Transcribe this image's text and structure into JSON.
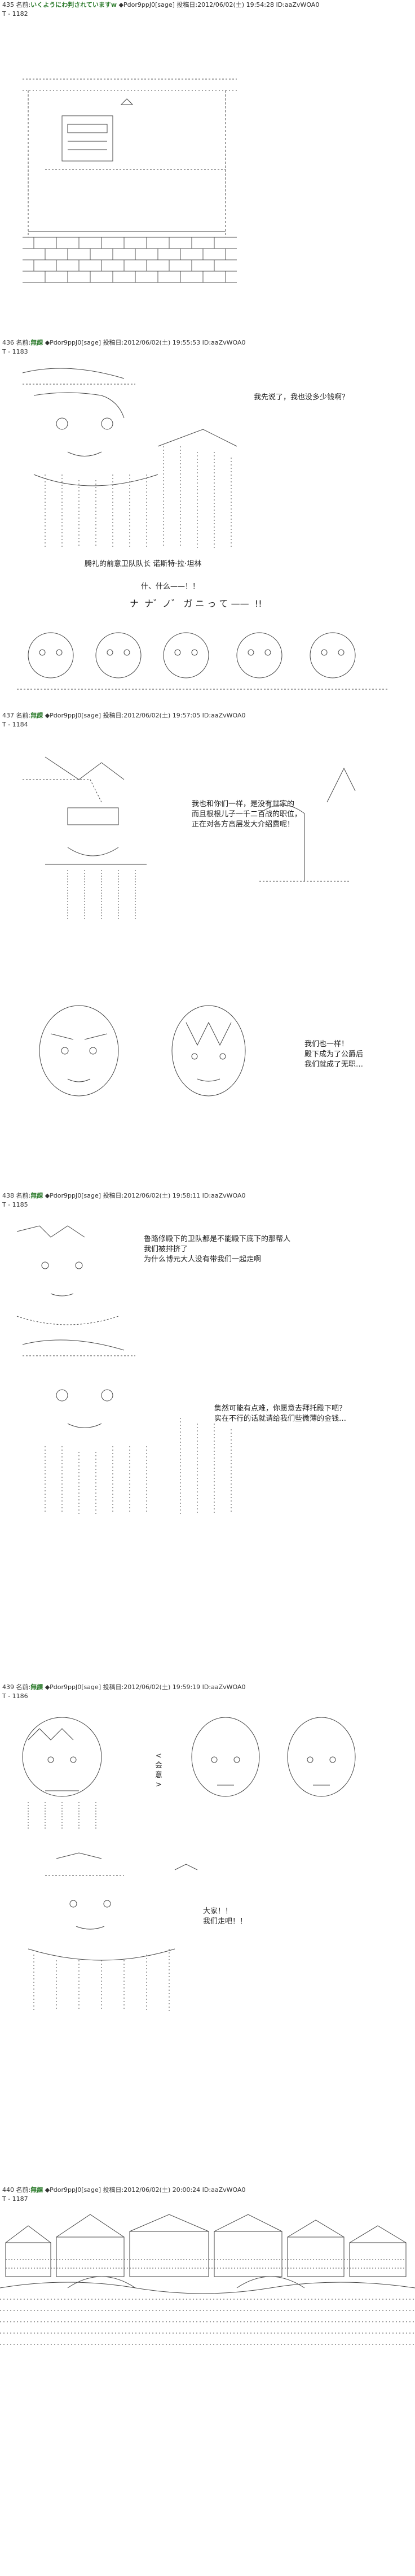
{
  "posts": [
    {
      "num": "435",
      "label": "名前:",
      "name": "いくようにわ判されていますw",
      "trip": "◆Pdor9ppJ0[sage]",
      "posted": "投稿日:",
      "date": "2012/06/02(土) 19:54:28 ID:aaZvWOA0",
      "t": "T - 1182"
    },
    {
      "num": "436",
      "label": "名前:",
      "name": "無課",
      "trip": "◆Pdor9ppJ0[sage]",
      "posted": "投稿日:",
      "date": "2012/06/02(土) 19:55:53 ID:aaZvWOA0",
      "t": "T - 1183"
    },
    {
      "num": "437",
      "label": "名前:",
      "name": "無課",
      "trip": "◆Pdor9ppJ0[sage]",
      "posted": "投稿日:",
      "date": "2012/06/02(土) 19:57:05 ID:aaZvWOA0",
      "t": "T - 1184"
    },
    {
      "num": "438",
      "label": "名前:",
      "name": "無課",
      "trip": "◆Pdor9ppJ0[sage]",
      "posted": "投稿日:",
      "date": "2012/06/02(土) 19:58:11 ID:aaZvWOA0",
      "t": "T - 1185"
    },
    {
      "num": "439",
      "label": "名前:",
      "name": "無課",
      "trip": "◆Pdor9ppJ0[sage]",
      "posted": "投稿日:",
      "date": "2012/06/02(土) 19:59:19 ID:aaZvWOA0",
      "t": "T - 1186"
    },
    {
      "num": "440",
      "label": "名前:",
      "name": "無課",
      "trip": "◆Pdor9ppJ0[sage]",
      "posted": "投稿日:",
      "date": "2012/06/02(土) 20:00:24 ID:aaZvWOA0",
      "t": "T - 1187"
    }
  ],
  "dialogue": {
    "p436_a": "我先说了，我也没多少钱啊？",
    "p436_b": "腾礼的前意卫队队长 诺斯特·拉·坦林",
    "p436_c": "什、什么——！！",
    "p436_d": "ナ  ナ゛ノ゛ ガ ニ っ て ——  !!",
    "p437_a": "我也和你们一样，是没有世家的\n而且根根儿子一千二百战的职位，\n正在对各方高层发大介绍费呢！",
    "p437_b": "我们也一样！\n殿下成为了公爵后\n我们就成了无职…",
    "p438_a": "鲁路修殿下的卫队都是不能殿下底下的那帮人\n我们被排挤了\n为什么博元大人没有带我们一起走啊",
    "p438_b": "集然可能有点难，你愿意去拜托殿下吧？\n实在不行的话就请给我们些微薄的金钱…",
    "p439_a": "<\n会\n意\n>",
    "p439_b": "大家！！\n我们走吧！！"
  }
}
